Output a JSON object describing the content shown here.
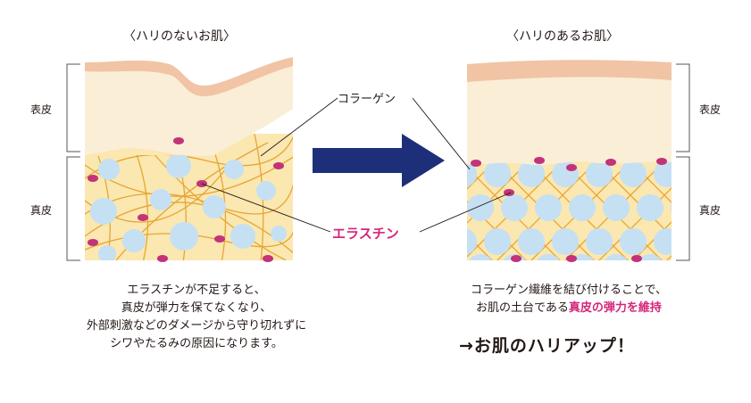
{
  "left_panel": {
    "title": "〈ハリのないお肌〉",
    "epidermis_label": "表皮",
    "dermis_label": "真皮",
    "caption_lines": [
      "エラスチンが不足すると、",
      "真皮が弾力を保てなくなり、",
      "外部刺激などのダメージから守り切れずに",
      "シワやたるみの原因になります。"
    ]
  },
  "right_panel": {
    "title": "〈ハリのあるお肌〉",
    "epidermis_label": "表皮",
    "dermis_label": "真皮",
    "caption_line1": "コラーゲン繊維を結び付けることで、",
    "caption_line2_plain": "お肌の土台である",
    "caption_line2_highlight": "真皮の弾力を維持",
    "result": "→お肌のハリアップ！"
  },
  "callouts": {
    "collagen": "コラーゲン",
    "elastin": "エラスチン"
  },
  "colors": {
    "epidermis_top": "#f0c4a4",
    "epidermis": "#fbeed7",
    "dermis": "#fbe7b0",
    "fiber": "#e6a635",
    "cell": "#c5e0f3",
    "elastin": "#c2337a",
    "arrow": "#1e2f7a",
    "highlight": "#d4267a"
  }
}
